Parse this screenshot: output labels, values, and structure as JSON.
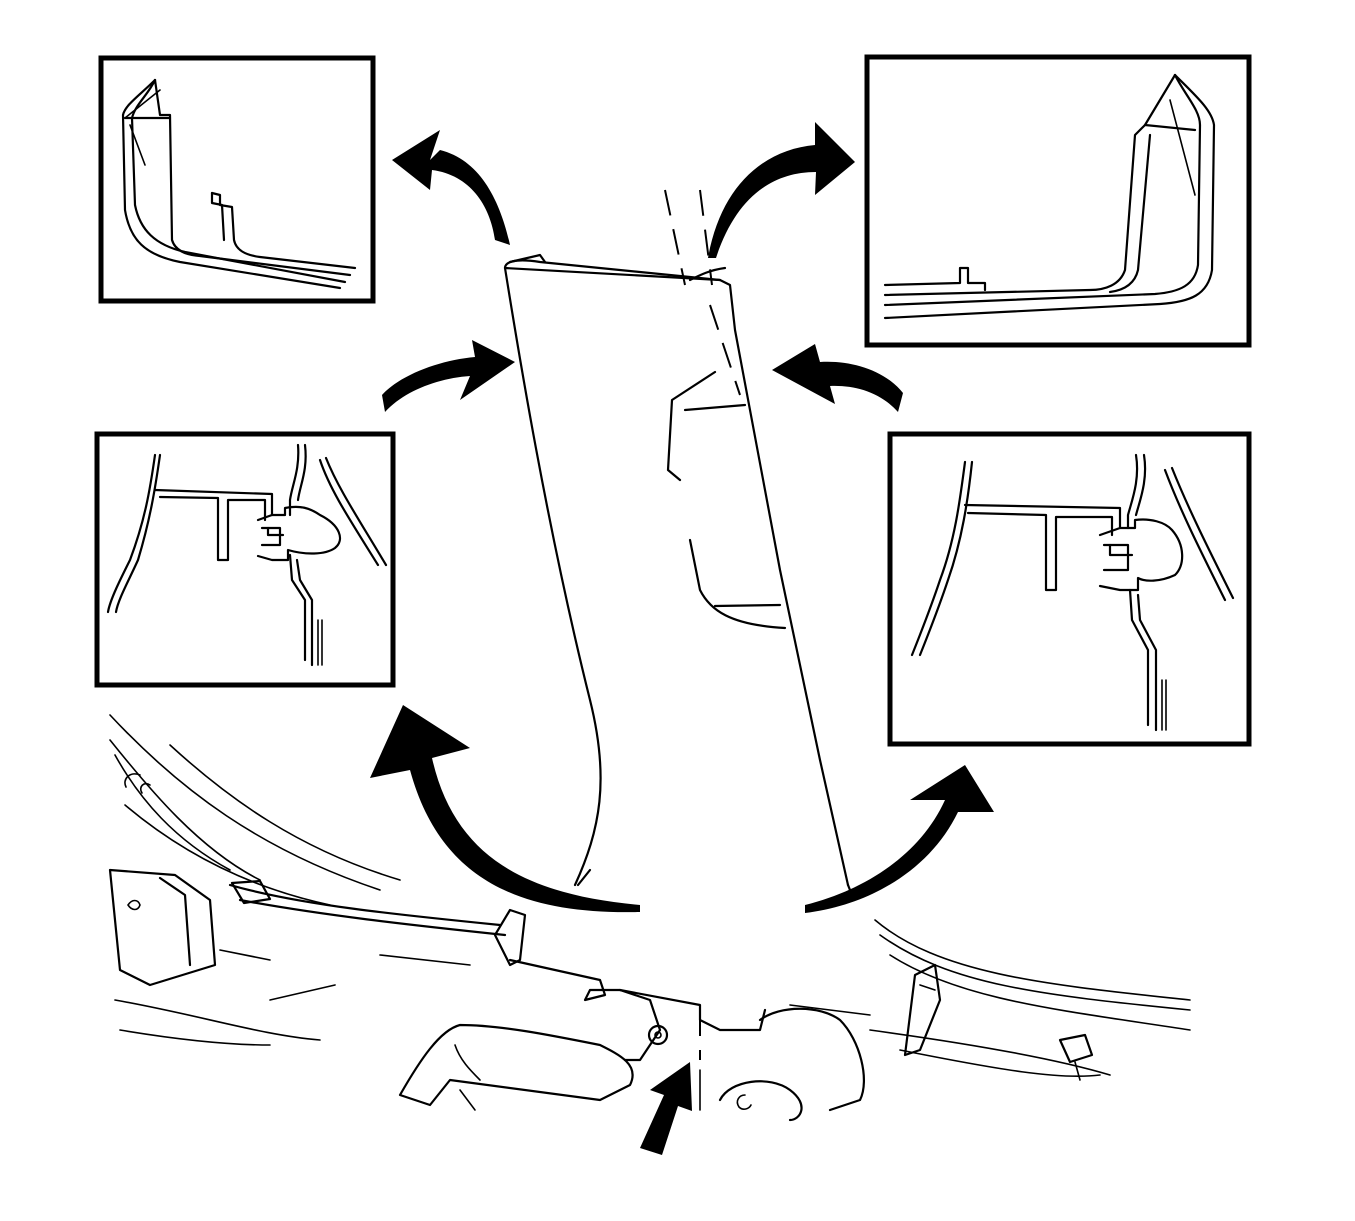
{
  "figure": {
    "callouts": [
      {
        "id": "upper-left",
        "content": "upper-trim-section-detail"
      },
      {
        "id": "upper-right",
        "content": "upper-trim-section-detail"
      },
      {
        "id": "lower-left",
        "content": "retainer-clip-detail"
      },
      {
        "id": "lower-right",
        "content": "retainer-clip-detail"
      }
    ],
    "colors": {
      "ink": "#000000",
      "paper": "#ffffff"
    }
  }
}
